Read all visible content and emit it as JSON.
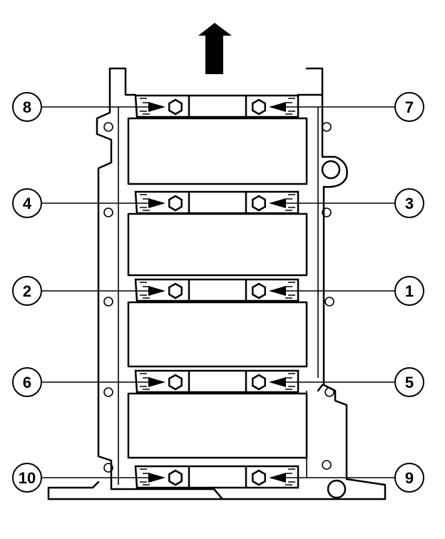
{
  "diagram": {
    "direction_arrow": "front-arrow",
    "bolts": [
      {
        "label": "1",
        "side": "right",
        "row": 2
      },
      {
        "label": "2",
        "side": "left",
        "row": 2
      },
      {
        "label": "3",
        "side": "right",
        "row": 1
      },
      {
        "label": "4",
        "side": "left",
        "row": 1
      },
      {
        "label": "5",
        "side": "right",
        "row": 3
      },
      {
        "label": "6",
        "side": "left",
        "row": 3
      },
      {
        "label": "7",
        "side": "right",
        "row": 0
      },
      {
        "label": "8",
        "side": "left",
        "row": 0
      },
      {
        "label": "9",
        "side": "right",
        "row": 4
      },
      {
        "label": "10",
        "side": "left",
        "row": 4
      }
    ]
  }
}
